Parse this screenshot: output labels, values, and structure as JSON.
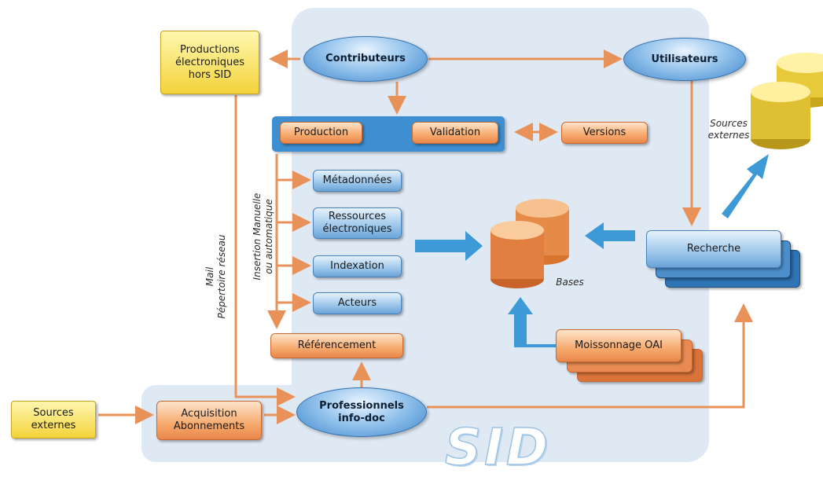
{
  "diagram": {
    "sid_label": "SID",
    "contributeurs": "Contributeurs",
    "utilisateurs": "Utilisateurs",
    "professionnels": "Professionnels\ninfo-doc",
    "productions_hors_sid": "Productions\nélectroniques\nhors SID",
    "production": "Production",
    "validation": "Validation",
    "versions": "Versions",
    "metadonnees": "Métadonnées",
    "ressources": "Ressources\nélectroniques",
    "indexation": "Indexation",
    "acteurs": "Acteurs",
    "referencement": "Référencement",
    "bases": "Bases",
    "recherche": "Recherche",
    "moissonnage": "Moissonnage OAI",
    "sources_externes_box": "Sources\nexternes",
    "acquisition": "Acquisition\nAbonnements",
    "sources_externes_cyl": "Sources\nexternes",
    "insertion_label": "Insertion Manuelle\nou automatique",
    "mail_label": "Mail\nPépertoire réseau"
  },
  "colors": {
    "sid_panel": "#dfe9f4",
    "arrow": "#e8925a",
    "blue_arrow": "#3d9ad6",
    "group_bar": "#3d8fd2"
  }
}
